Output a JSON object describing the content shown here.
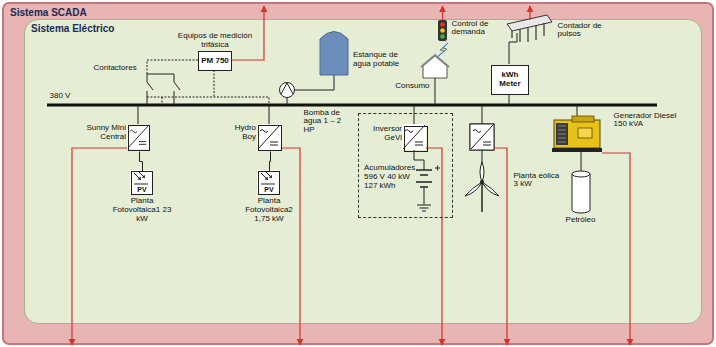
{
  "diagram": {
    "nodes": [
      {
        "text": [
          "Sistema SCADA"
        ]
      },
      {
        "text": [
          "Sistema Eléctrico"
        ],
        "in": 0
      },
      {
        "text": [
          "Equipos de medición trifásica",
          "PM 750"
        ],
        "in": 1
      },
      {
        "text": [
          "Estanque de agua potable"
        ],
        "in": 1
      },
      {
        "text": [
          "kWh Meter"
        ],
        "in": 1
      },
      {
        "text": [
          "Sunny Mini Central"
        ],
        "in": 1
      },
      {
        "text": [
          "Hydro Boy"
        ],
        "in": 1
      },
      {
        "text": [
          "Acumuladores 596 V 40 kW 127 kWh"
        ],
        "in": 1
      },
      {
        "text": [
          "Inversor GeVi"
        ],
        "in": 7
      },
      {
        "text": [
          "PV",
          "Planta Fotovoltaica1 23 kW"
        ],
        "in": 1
      },
      {
        "text": [
          "PV",
          "Planta Fotovoltaica2 1,75 kW"
        ],
        "in": 1
      }
    ],
    "edges": [
      {
        "from": 5,
        "to": 9,
        "arrow": "none"
      },
      {
        "from": 6,
        "to": 10,
        "arrow": "none"
      }
    ],
    "labels": [
      "380 V",
      "Contactores",
      "Bomba de agua 1 – 2 HP",
      "Control de demanda",
      "Consumo",
      "Contador de pulsos",
      "Planta eólica 3 kW",
      "Generador Diesel 150 kVA",
      "Petróleo"
    ]
  }
}
